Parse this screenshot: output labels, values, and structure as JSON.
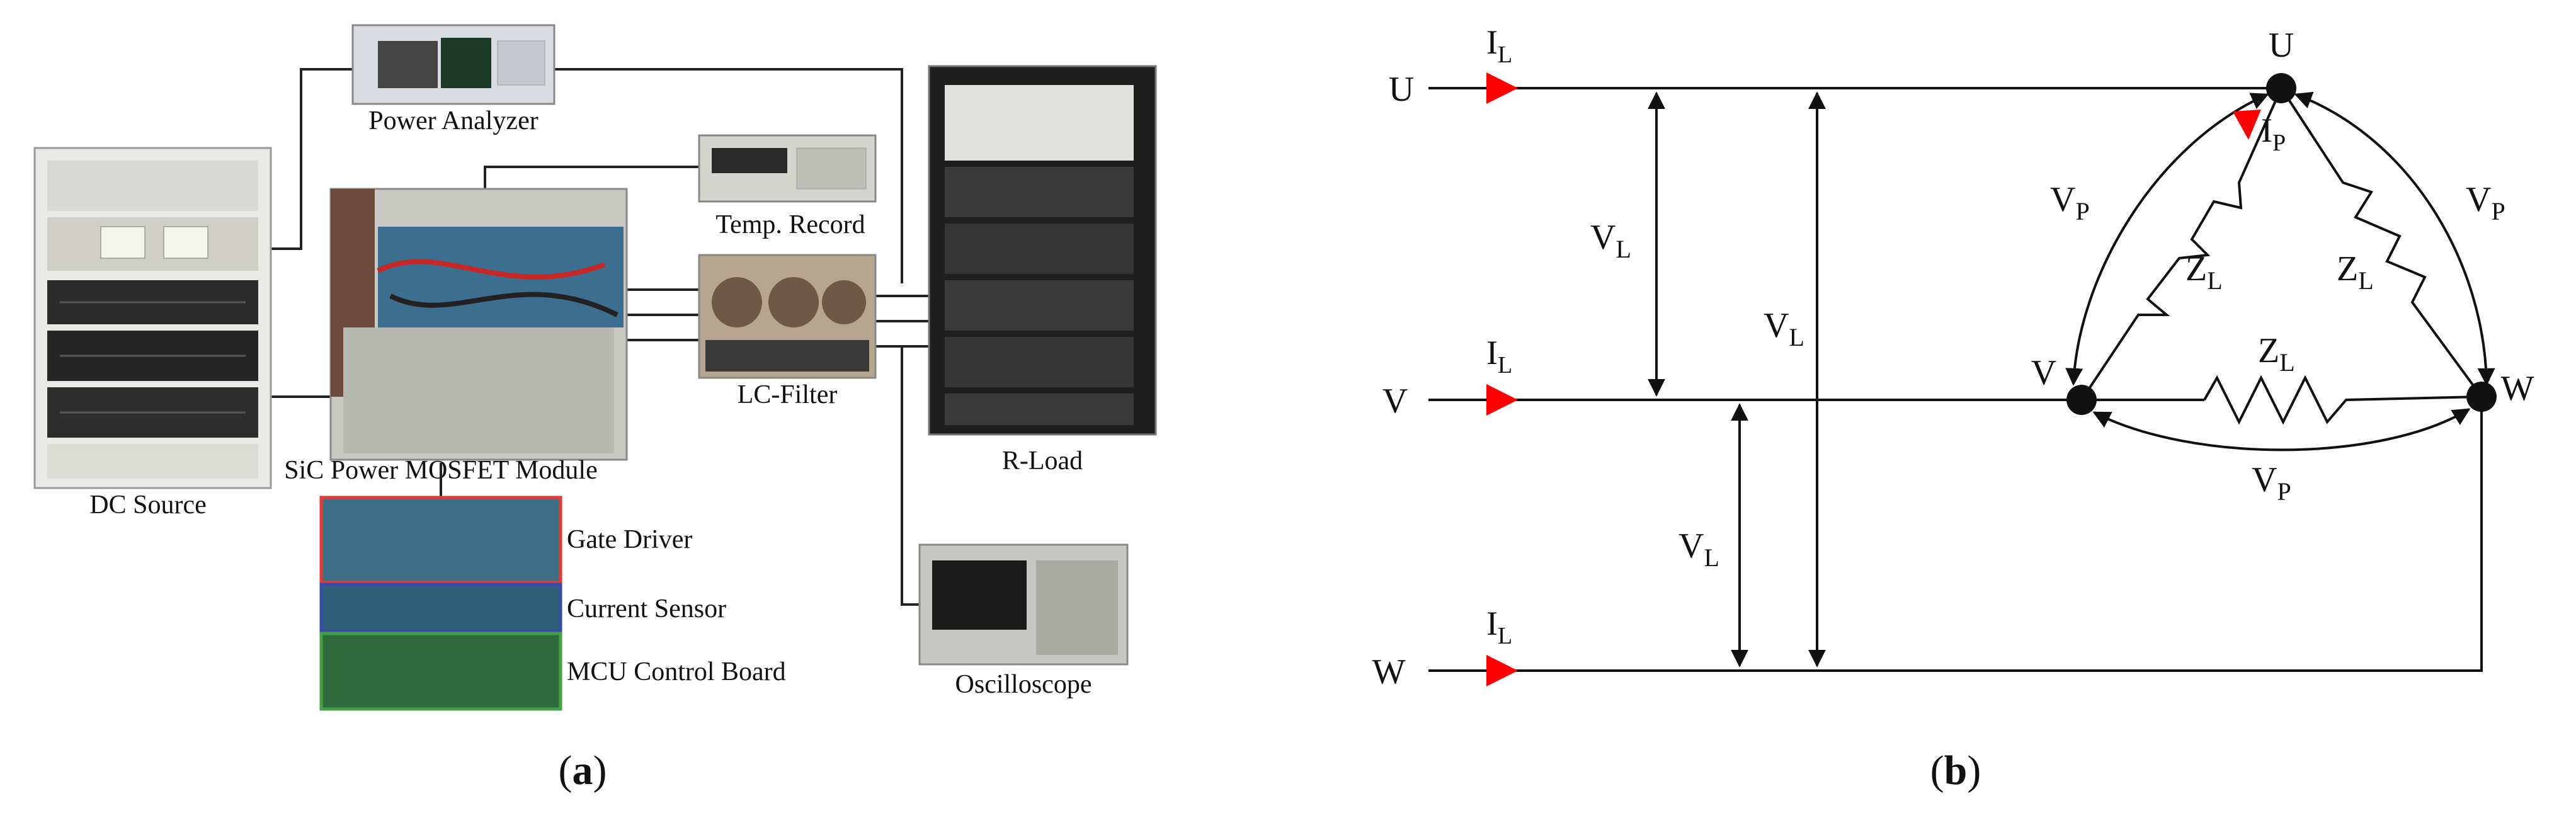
{
  "panel_a": {
    "caption": "a",
    "components": {
      "dc_source": "DC Source",
      "power_analyzer": "Power Analyzer",
      "temp_record": "Temp. Record",
      "module": "SiC Power MOSFET Module",
      "lc_filter": "LC-Filter",
      "r_load": "R-Load",
      "oscilloscope": "Oscilloscope",
      "gate_driver": "Gate Driver",
      "current_sensor": "Current Sensor",
      "mcu_board": "MCU Control Board"
    },
    "colors": {
      "gate_driver_box": "#e53935",
      "current_sensor_box": "#3949ab",
      "mcu_box": "#43a047"
    }
  },
  "panel_b": {
    "caption": "b",
    "line_labels": {
      "u": "U",
      "v": "V",
      "w": "W"
    },
    "line_current": {
      "main": "I",
      "sub": "L"
    },
    "phase_current": {
      "main": "I",
      "sub": "P"
    },
    "line_voltage": {
      "main": "V",
      "sub": "L"
    },
    "phase_voltage": {
      "main": "V",
      "sub": "P"
    },
    "impedance": {
      "main": "Z",
      "sub": "L"
    },
    "node_labels": {
      "u": "U",
      "v": "V",
      "w": "W"
    },
    "colors": {
      "arrow": "#ff0000",
      "wire": "#111111"
    }
  }
}
